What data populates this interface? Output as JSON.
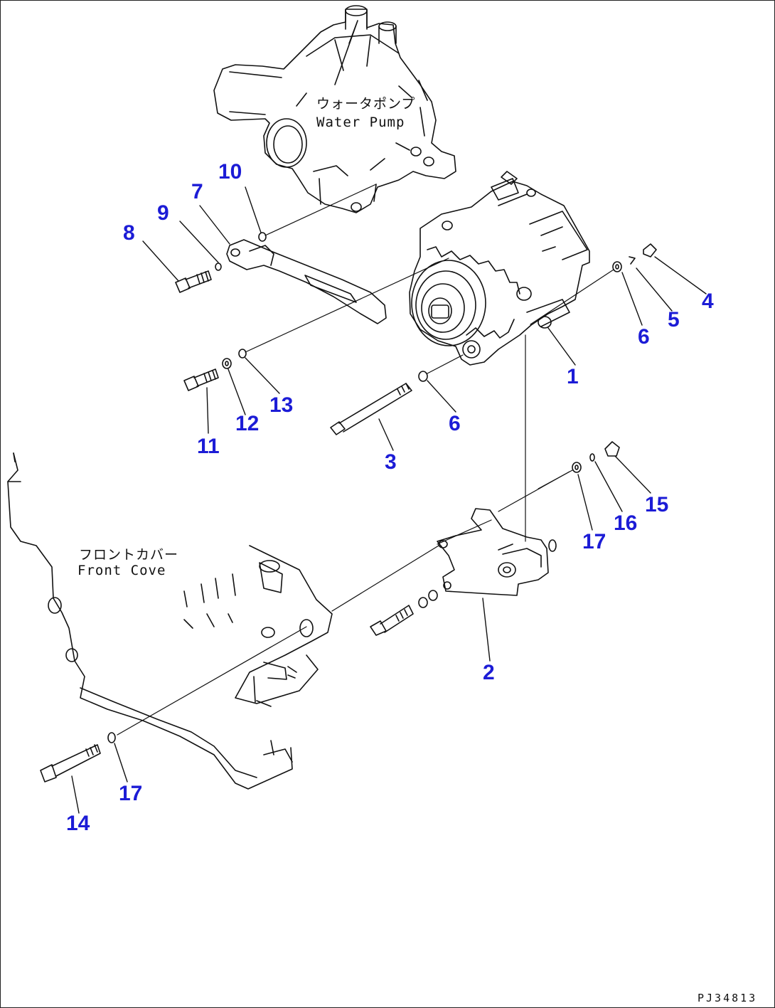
{
  "labels": {
    "water_pump_jp": "ウォータポンプ",
    "water_pump_en": "Water Pump",
    "front_cover_jp": "フロントカバー",
    "front_cover_en": "Front Cove"
  },
  "drawing_code": "PJ34813",
  "callout_color": "#1c1cd6",
  "callouts": [
    "1",
    "2",
    "3",
    "4",
    "5",
    "6",
    "6",
    "7",
    "8",
    "9",
    "10",
    "11",
    "12",
    "13",
    "14",
    "15",
    "16",
    "17",
    "17"
  ]
}
